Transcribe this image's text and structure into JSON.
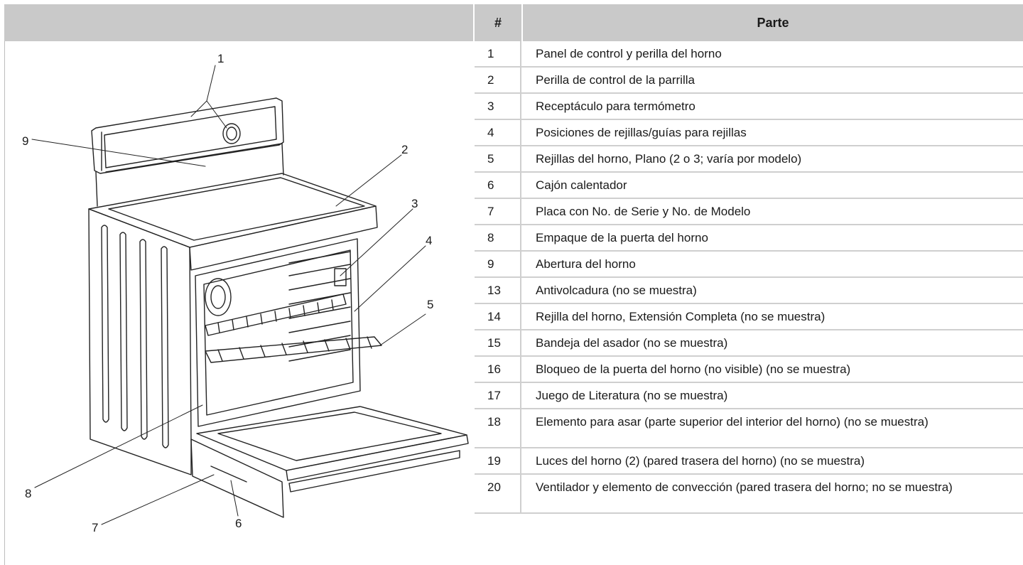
{
  "table": {
    "headers": {
      "number": "#",
      "part": "Parte"
    },
    "rows": [
      {
        "number": "1",
        "part": "Panel de control y perilla del horno"
      },
      {
        "number": "2",
        "part": "Perilla de control de la parrilla"
      },
      {
        "number": "3",
        "part": "Receptáculo para termómetro"
      },
      {
        "number": "4",
        "part": "Posiciones de rejillas/guías para rejillas"
      },
      {
        "number": "5",
        "part": "Rejillas del horno, Plano (2 o 3; varía por modelo)"
      },
      {
        "number": "6",
        "part": "Cajón calentador"
      },
      {
        "number": "7",
        "part": "Placa con No. de Serie y No. de Modelo"
      },
      {
        "number": "8",
        "part": "Empaque de la puerta del horno"
      },
      {
        "number": "9",
        "part": "Abertura del horno"
      },
      {
        "number": "13",
        "part": "Antivolcadura (no se muestra)"
      },
      {
        "number": "14",
        "part": "Rejilla del horno, Extensión Completa (no se muestra)"
      },
      {
        "number": "15",
        "part": "Bandeja del asador (no se muestra)"
      },
      {
        "number": "16",
        "part": "Bloqueo de la puerta del horno (no visible) (no se muestra)"
      },
      {
        "number": "17",
        "part": "Juego de Literatura (no se muestra)"
      },
      {
        "number": "18",
        "part": "Elemento para asar (parte superior del interior del horno) (no se muestra)"
      },
      {
        "number": "19",
        "part": "Luces del horno (2) (pared trasera del horno) (no se muestra)"
      },
      {
        "number": "20",
        "part": "Ventilador y elemento de convección (pared trasera del horno; no se muestra)"
      }
    ]
  },
  "figure": {
    "callouts": {
      "c1": "1",
      "c2": "2",
      "c3": "3",
      "c4": "4",
      "c5": "5",
      "c6": "6",
      "c7": "7",
      "c8": "8",
      "c9": "9"
    }
  }
}
